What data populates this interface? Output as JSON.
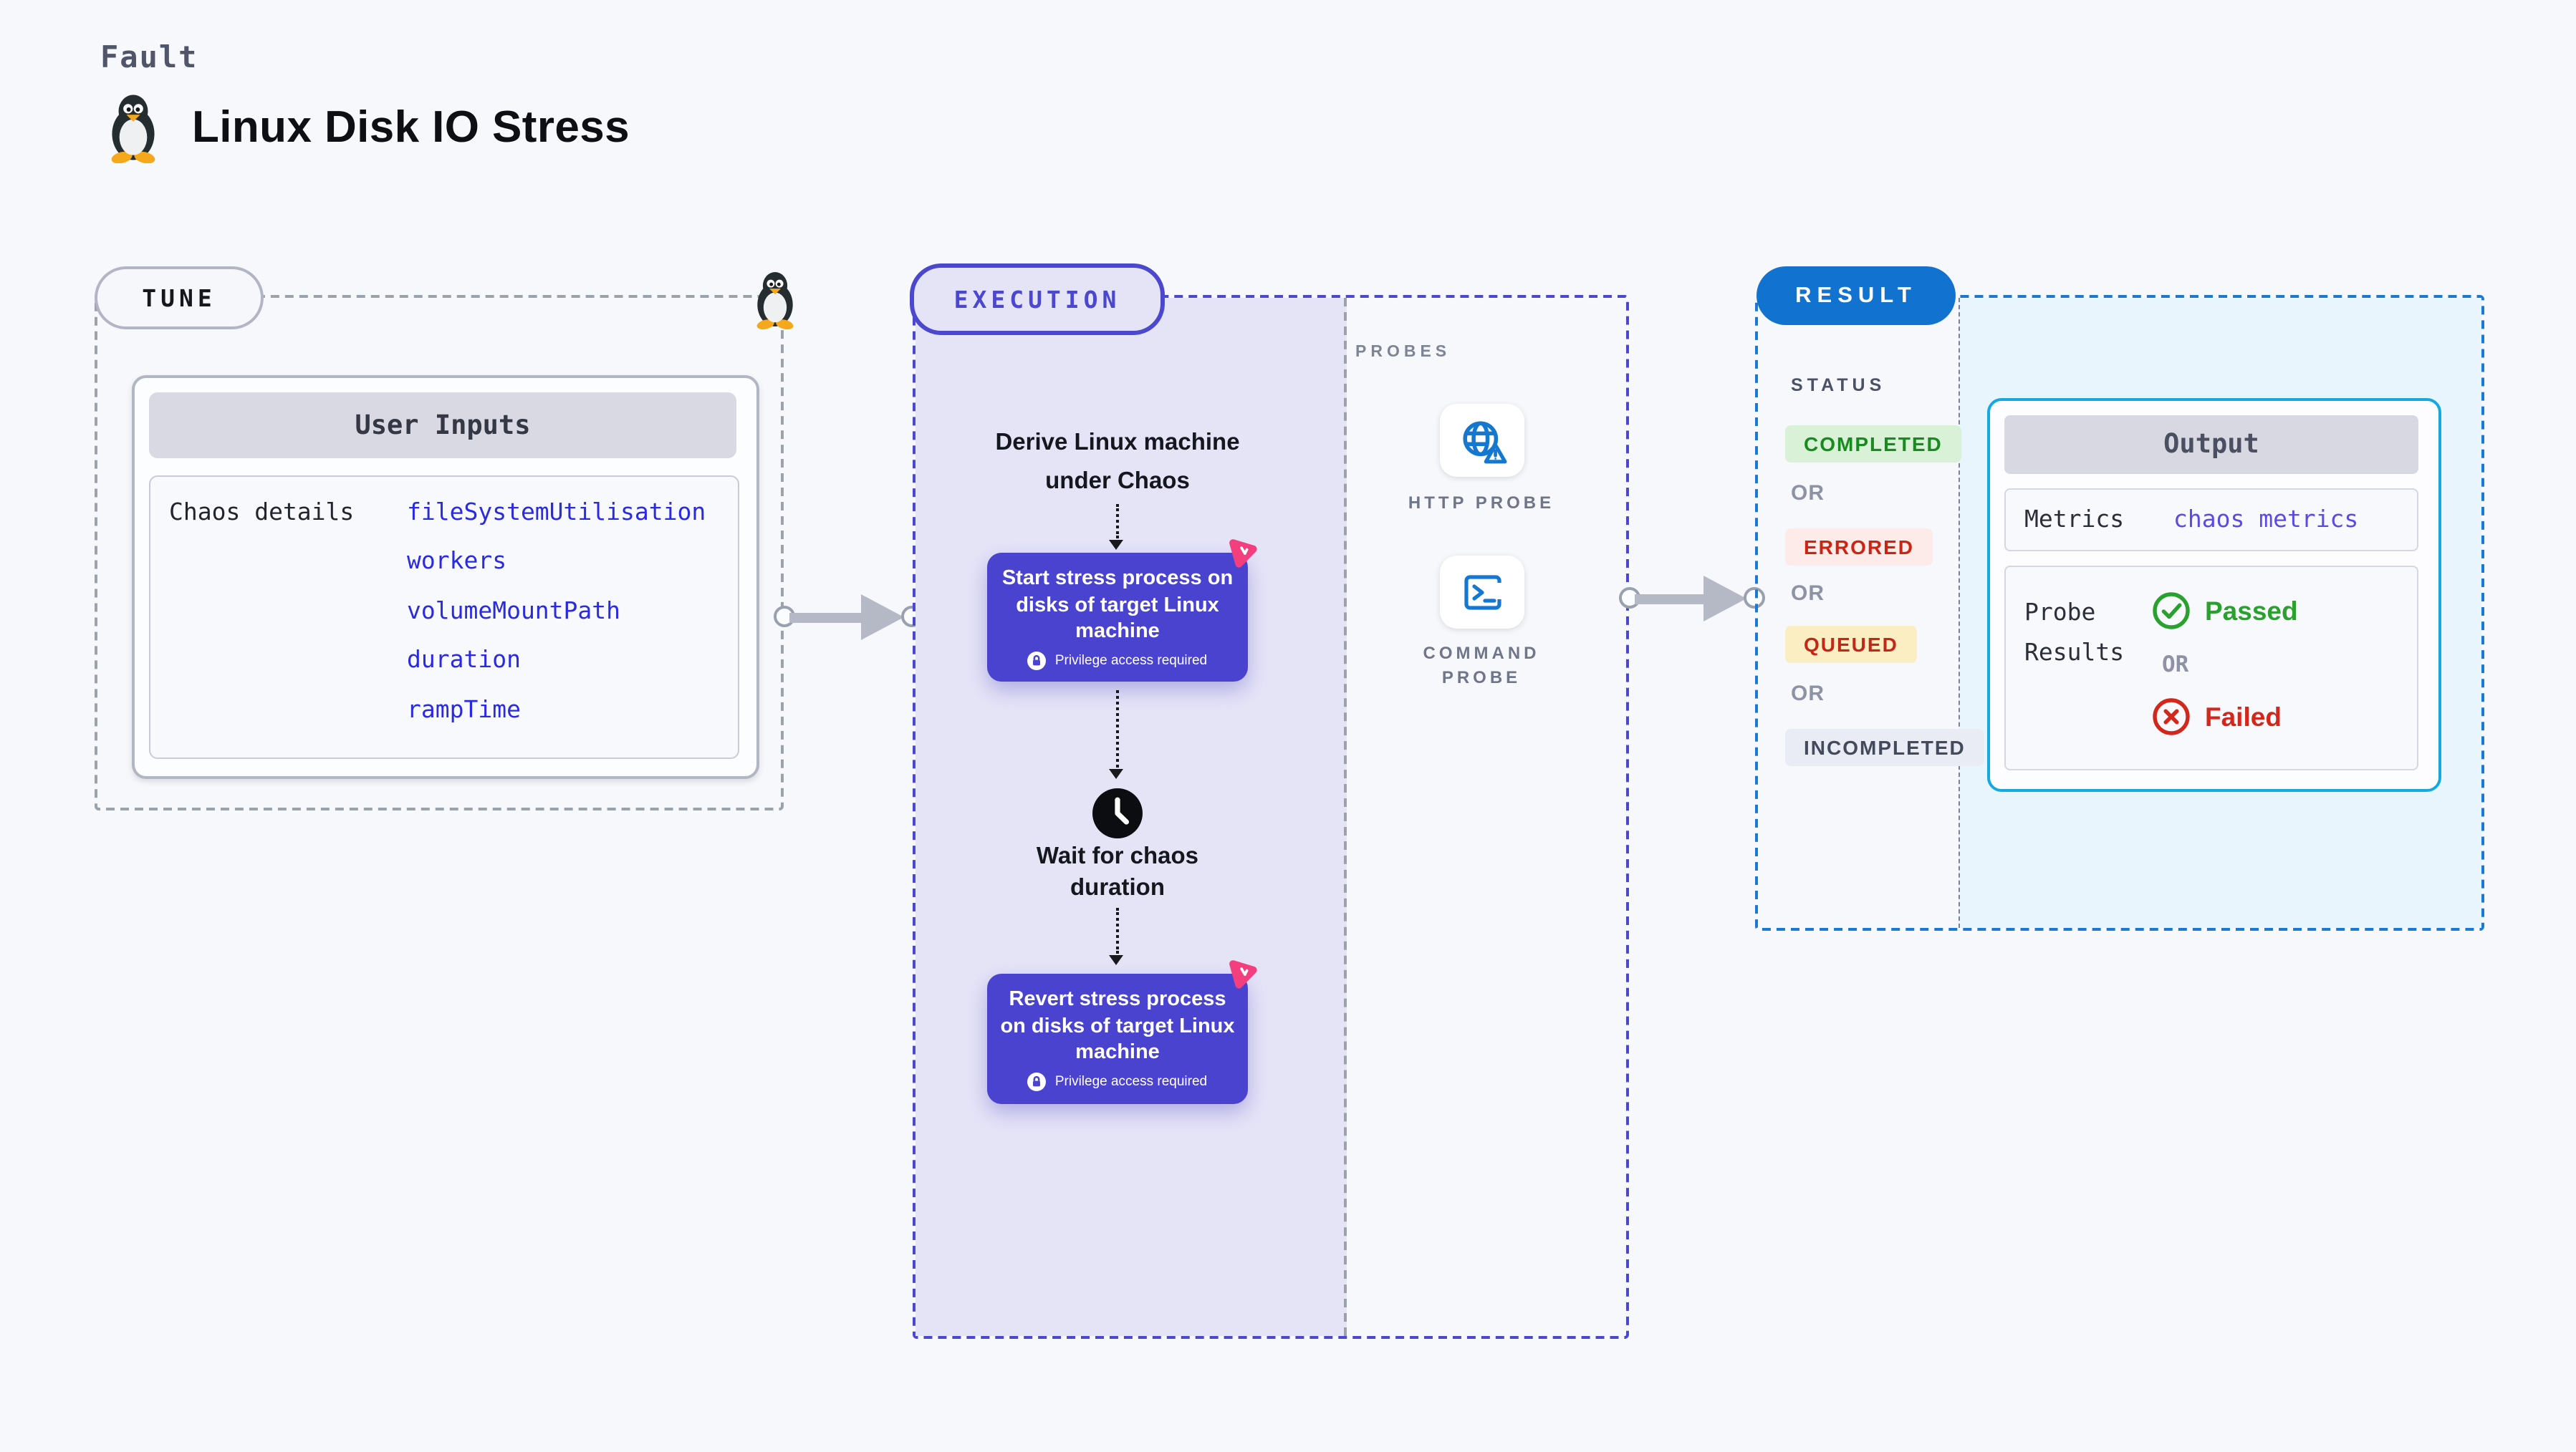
{
  "page": {
    "fault_label": "Fault",
    "title": "Linux Disk IO Stress"
  },
  "tune": {
    "pill": "TUNE",
    "user_inputs_title": "User Inputs",
    "row_label": "Chaos details",
    "inputs": [
      "fileSystemUtilisation",
      "workers",
      "volumeMountPath",
      "duration",
      "rampTime"
    ]
  },
  "execution": {
    "pill": "EXECUTION",
    "derive_step": "Derive Linux machine under Chaos",
    "start_node": "Start stress process on disks of target Linux machine",
    "wait_step": "Wait for chaos duration",
    "revert_node": "Revert stress process on disks of target Linux machine",
    "privilege_note": "Privilege access required"
  },
  "probes": {
    "heading": "PROBES",
    "items": [
      {
        "label": "HTTP PROBE",
        "icon": "globe-alert-icon"
      },
      {
        "label": "COMMAND PROBE",
        "icon": "terminal-icon"
      }
    ]
  },
  "result": {
    "pill": "RESULT",
    "status_heading": "STATUS",
    "or_label": "OR",
    "statuses": [
      {
        "label": "COMPLETED",
        "bg": "#d9f1d7",
        "color": "#198a1f"
      },
      {
        "label": "ERRORED",
        "bg": "#fcebe9",
        "color": "#cb2413"
      },
      {
        "label": "QUEUED",
        "bg": "#faeec2",
        "color": "#c22718"
      },
      {
        "label": "INCOMPLETED",
        "bg": "#e9ecf4",
        "color": "#434a5c"
      }
    ],
    "output": {
      "title": "Output",
      "metrics_label": "Metrics",
      "metrics_value": "chaos metrics",
      "probe_results_label": "Probe Results",
      "passed_label": "Passed",
      "failed_label": "Failed"
    }
  },
  "colors": {
    "page_bg": "#f7f8fb",
    "accent_indigo": "#4b48cf",
    "node_indigo": "#4a43d0",
    "lavender_bg": "#e5e4f7",
    "result_blue": "#1173cf",
    "result_dash": "#1c79d3",
    "cyan_border": "#14a9e2",
    "cyan_bg": "#e8f5fc",
    "input_link_blue": "#2a2ae0",
    "metrics_violet": "#5b4be2",
    "passed_green": "#2aa12f",
    "failed_red": "#d3271b",
    "arrow_gray": "#b5b9c6",
    "litmus_pink": "#f43f7f",
    "probe_icon_blue": "#1478d0"
  }
}
